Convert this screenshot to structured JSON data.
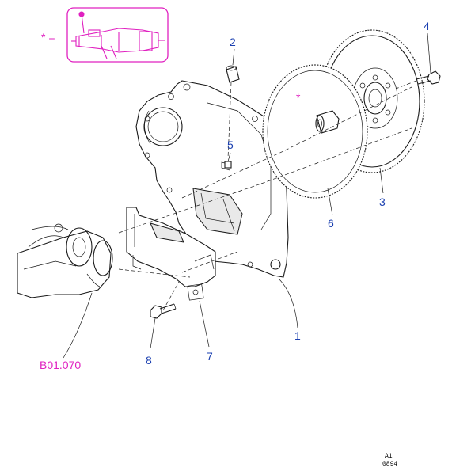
{
  "callouts": {
    "c1": "1",
    "c2": "2",
    "c3": "3",
    "c4": "4",
    "c5": "5",
    "c6": "6",
    "c7": "7",
    "c8": "8"
  },
  "reference": "B01.070",
  "marker": {
    "star": "*",
    "legend": "* ="
  },
  "stamp": {
    "line1": "A1",
    "line2": "0894"
  },
  "colors": {
    "callout_blue": "#1a3fb0",
    "accent_magenta": "#e020c0",
    "line": "#1a1a1a"
  }
}
